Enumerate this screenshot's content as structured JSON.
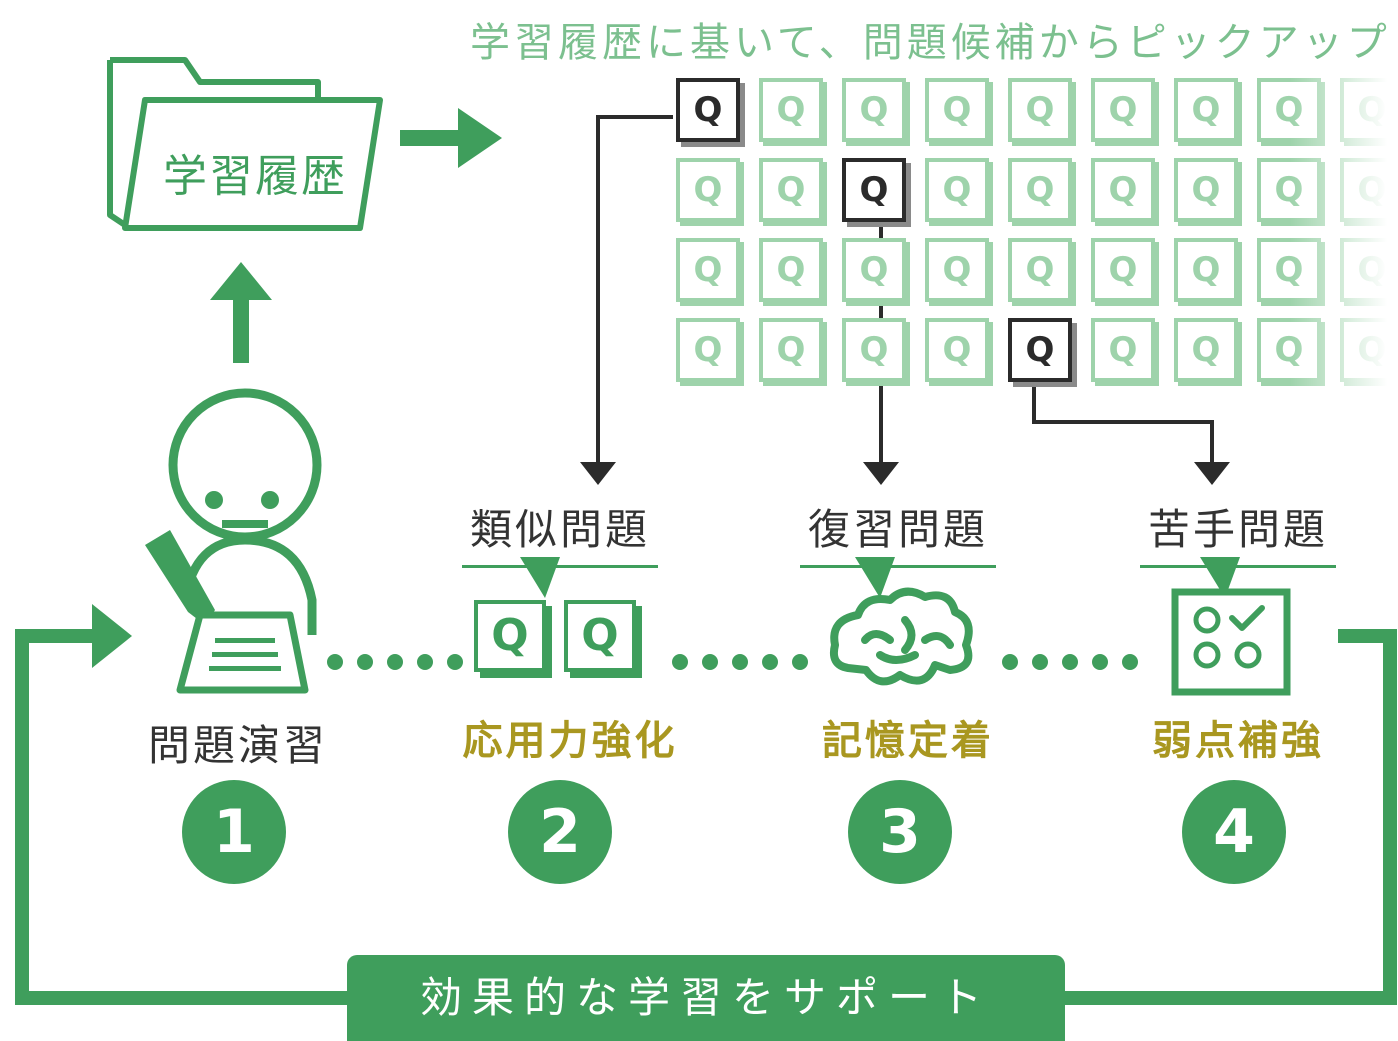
{
  "headline": "学習履歴に基いて、問題候補からピックアップ",
  "folder": {
    "label": "学習履歴"
  },
  "question_grid": {
    "tile_label": "Q",
    "rows": 4,
    "columns": 9,
    "picked_tiles": [
      [
        0,
        0
      ],
      [
        1,
        2
      ],
      [
        3,
        4
      ]
    ]
  },
  "practice": {
    "label": "問題演習",
    "step": "1"
  },
  "steps": [
    {
      "type": "類似問題",
      "effect": "応用力強化",
      "step": "2",
      "icon": "qq-cards-icon"
    },
    {
      "type": "復習問題",
      "effect": "記憶定着",
      "step": "3",
      "icon": "brain-icon"
    },
    {
      "type": "苦手問題",
      "effect": "弱点補強",
      "step": "4",
      "icon": "checklist-icon"
    }
  ],
  "cycle_label": "効果的な学習をサポート",
  "colors": {
    "green": "#3f9e5c",
    "light_green": "#9ed3ab",
    "olive": "#a99720",
    "dark": "#2b2b2b"
  }
}
